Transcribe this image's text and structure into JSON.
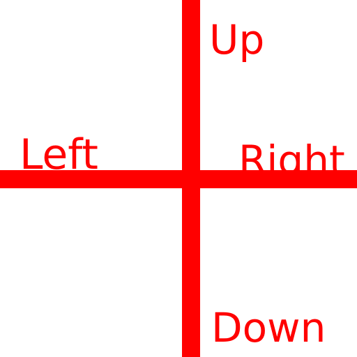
{
  "labels": {
    "up": "Up",
    "left": "Left",
    "right": "Right",
    "down": "Down"
  },
  "colors": {
    "cross": "#ff0000",
    "text": "#ff0000",
    "background": "#ffffff"
  }
}
